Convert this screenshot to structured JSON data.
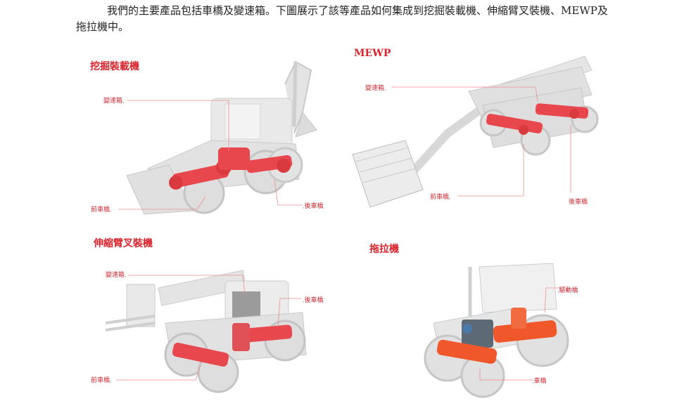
{
  "intro_text": "我們的主要產品包括車橋及變速箱。下圖展示了該等產品如何集成到挖掘裝載機、伸縮臂叉裝機、MEWP及拖拉機中。",
  "panels": {
    "backhoe": {
      "title": "挖掘裝載機",
      "labels": {
        "gearbox": "變速箱",
        "front_axle": "前車橋",
        "rear_axle": "後車橋"
      }
    },
    "mewp": {
      "title": "MEWP",
      "labels": {
        "gearbox": "變速箱",
        "front_axle": "前車橋",
        "rear_axle": "後車橋"
      }
    },
    "telehandler": {
      "title": "伸縮臂叉裝機",
      "labels": {
        "gearbox": "變速箱",
        "front_axle": "前車橋",
        "rear_axle": "後車橋"
      }
    },
    "tractor": {
      "title": "拖拉機",
      "labels": {
        "drive_axle": "驅動橋",
        "axle": "車橋"
      }
    }
  },
  "colors": {
    "title_red": "#d9262e",
    "component_red": "#e8474d",
    "tractor_orange": "#f0582c",
    "machine_grey": "#d8d8d8",
    "leader_line": "#f08a8e"
  }
}
